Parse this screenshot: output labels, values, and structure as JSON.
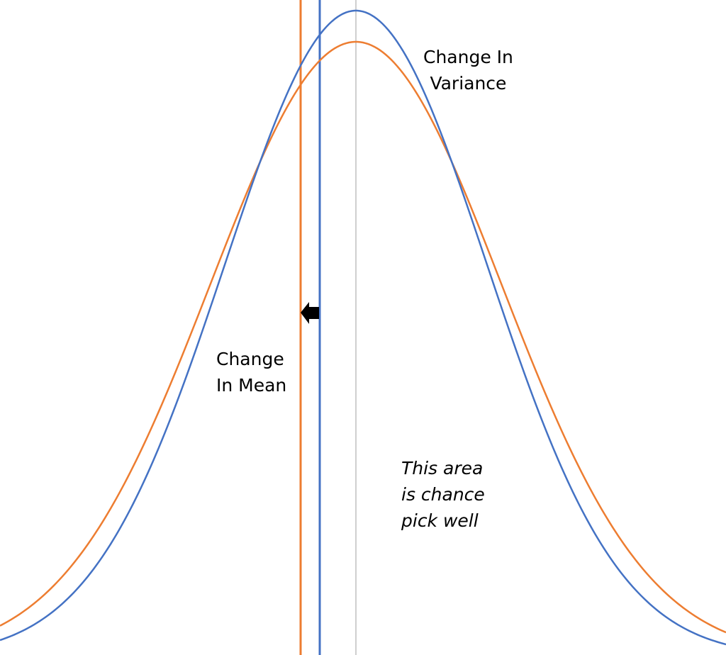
{
  "labels": {
    "change_in_variance": [
      "Change In",
      "Variance"
    ],
    "change_in_mean": [
      "Change",
      "In Mean"
    ],
    "chance_area": [
      "This area",
      "is chance",
      "pick well"
    ]
  },
  "colors": {
    "blue": "#4472c4",
    "orange": "#ed7d31",
    "grey": "#bfbfbf",
    "arrow": "#000000",
    "background": "#ffffff"
  },
  "icons": {
    "shift_arrow": "arrow-left-icon"
  }
}
